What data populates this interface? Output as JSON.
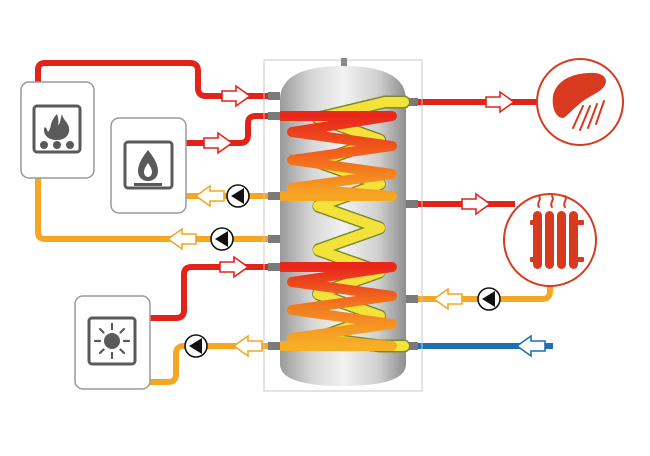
{
  "diagram": {
    "sources": [
      {
        "id": "solid-fuel-boiler",
        "icon": "wood-fire-icon"
      },
      {
        "id": "gas-boiler",
        "icon": "gas-flame-icon"
      },
      {
        "id": "solar-collector",
        "icon": "sun-icon"
      }
    ],
    "consumers": [
      {
        "id": "hot-water-outlet",
        "icon": "shower-icon"
      },
      {
        "id": "heating-circuit",
        "icon": "radiator-icon"
      }
    ],
    "tank": {
      "id": "storage-tank",
      "coils": [
        "upper-heat-exchanger-coil",
        "lower-heat-exchanger-coil"
      ],
      "inner": "domestic-hot-water-coil"
    },
    "colors": {
      "hot": "#e2231a",
      "warm": "#f5a623",
      "cold": "#1f6fb6",
      "icon_grey": "#5a5a5a",
      "circle_red": "#d83a1f",
      "pump_black": "#111111"
    }
  }
}
